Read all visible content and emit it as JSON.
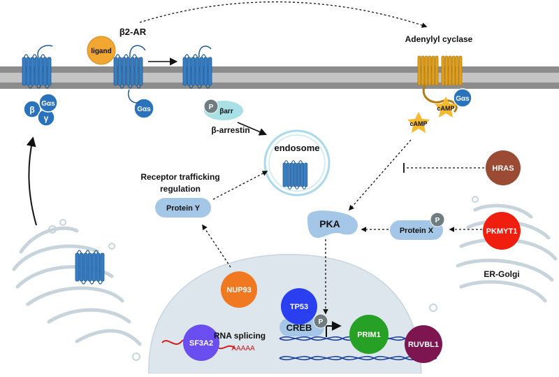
{
  "labels": {
    "b2ar": "β2-AR",
    "adenylyl_cyclase": "Adenylyl cyclase",
    "ligand": "ligand",
    "galpha_s": "Gαs",
    "beta": "β",
    "gamma": "γ",
    "p": "P",
    "barr": "βarr",
    "beta_arrestin": "β-arrestin",
    "endosome": "endosome",
    "camp": "cAMP",
    "receptor_trafficking_line1": "Receptor trafficking",
    "receptor_trafficking_line2": "regulation",
    "protein_y": "Protein Y",
    "protein_x": "Protein X",
    "pka": "PKA",
    "er_golgi": "ER-Golgi",
    "rna_splicing": "RNA splicing",
    "poly_a": "AAAAA",
    "creb": "CREB"
  },
  "genes": {
    "hras": {
      "label": "HRAS",
      "color": "#9b4a34"
    },
    "pkmyt1": {
      "label": "PKMYT1",
      "color": "#f01e0e"
    },
    "nup93": {
      "label": "NUP93",
      "color": "#f07820"
    },
    "tp53": {
      "label": "TP53",
      "color": "#2a3ff0"
    },
    "sf3a2": {
      "label": "SF3A2",
      "color": "#6a4ef0"
    },
    "prim1": {
      "label": "PRIM1",
      "color": "#27a125"
    },
    "ruvbl1": {
      "label": "RUVBL1",
      "color": "#7d1650"
    }
  },
  "colors": {
    "receptor": "#3a7dc0",
    "receptor_dark": "#1f5a93",
    "membrane": "#8c8c8c",
    "cyclase": "#e0a020",
    "camp_star": "#f4b92d",
    "ligand": "#f2a732",
    "protein_pill": "#a4c7e8",
    "barr": "#a8e0e6",
    "nucleus": "#dde6ec",
    "dna": "#1c3fa0",
    "rna": "#d11d1d"
  }
}
